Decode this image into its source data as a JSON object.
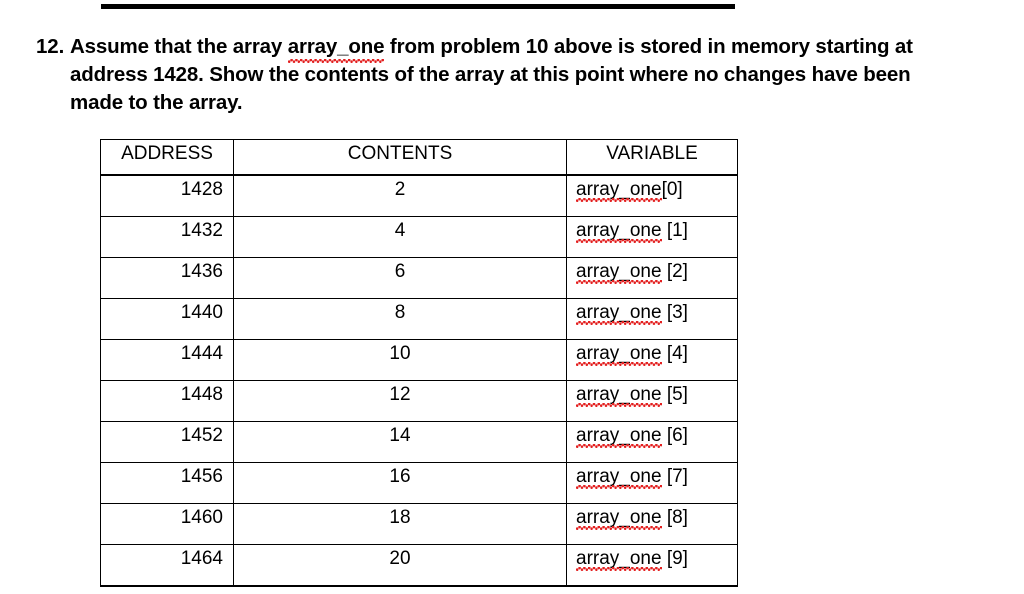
{
  "document": {
    "top_rule": "horizontal-rule"
  },
  "question": {
    "number": "12.",
    "text_before_term": "Assume that the array ",
    "term": "array_one",
    "text_after_term": " from problem 10 above is stored in memory starting at address 1428. Show the contents of the array at this point where no changes have been made to the array."
  },
  "table": {
    "headers": [
      "ADDRESS",
      "CONTENTS",
      "VARIABLE"
    ],
    "rows": [
      {
        "address": "1428",
        "contents": "2",
        "variable_term": "array_one",
        "variable_index": "[0]"
      },
      {
        "address": "1432",
        "contents": "4",
        "variable_term": "array_one",
        "variable_index": " [1]"
      },
      {
        "address": "1436",
        "contents": "6",
        "variable_term": "array_one",
        "variable_index": " [2]"
      },
      {
        "address": "1440",
        "contents": "8",
        "variable_term": "array_one",
        "variable_index": " [3]"
      },
      {
        "address": "1444",
        "contents": "10",
        "variable_term": "array_one",
        "variable_index": " [4]"
      },
      {
        "address": "1448",
        "contents": "12",
        "variable_term": "array_one",
        "variable_index": " [5]"
      },
      {
        "address": "1452",
        "contents": "14",
        "variable_term": "array_one",
        "variable_index": " [6]"
      },
      {
        "address": "1456",
        "contents": "16",
        "variable_term": "array_one",
        "variable_index": " [7]"
      },
      {
        "address": "1460",
        "contents": "18",
        "variable_term": "array_one",
        "variable_index": " [8]"
      },
      {
        "address": "1464",
        "contents": "20",
        "variable_term": "array_one",
        "variable_index": " [9]"
      }
    ]
  },
  "colors": {
    "text": "#000000",
    "rule": "#000000",
    "spellcheck_underline": "#e32020",
    "background": "#ffffff"
  }
}
